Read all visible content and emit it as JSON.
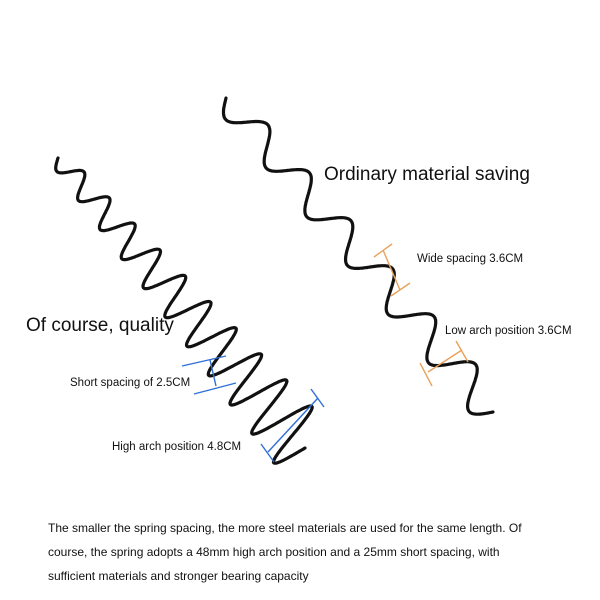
{
  "labels": {
    "ordinary": "Ordinary material saving",
    "quality": "Of course, quality",
    "wide_spacing": "Wide spacing 3.6CM",
    "low_arch": "Low arch position 3.6CM",
    "short_spacing": "Short spacing of 2.5CM",
    "high_arch": "High arch position 4.8CM"
  },
  "footer": {
    "text": "The smaller the spring spacing, the more steel materials are used for the same length. Of course, the spring adopts a 48mm high arch position and a 25mm short spacing, with sufficient materials and stronger bearing capacity"
  },
  "colors": {
    "wire": "#111111",
    "orange": "#e8a15a",
    "blue": "#2f6fd6"
  }
}
